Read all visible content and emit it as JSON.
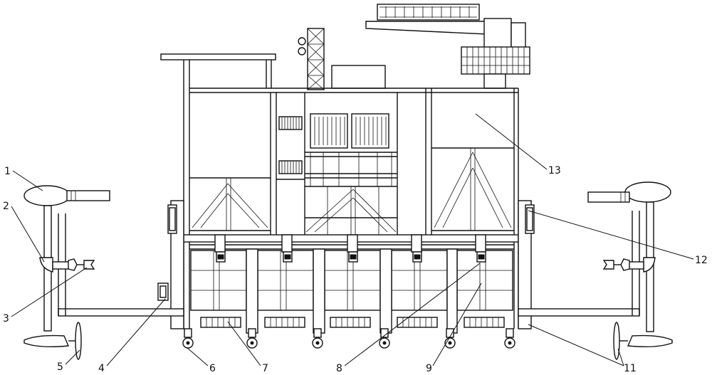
{
  "labels": {
    "l1": "1",
    "l2": "2",
    "l3": "3",
    "l4": "4",
    "l5": "5",
    "l6": "6",
    "l7": "7",
    "l8": "8",
    "l9": "9",
    "l11": "11",
    "l12": "12",
    "l13": "13"
  }
}
